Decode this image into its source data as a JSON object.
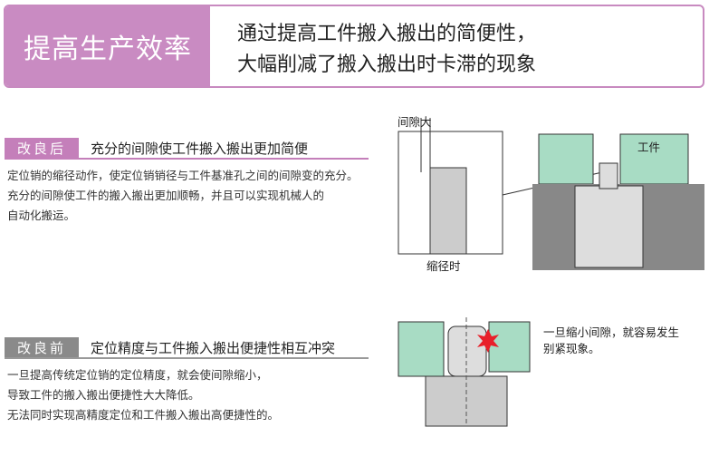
{
  "banner": {
    "title": "提高生产效率",
    "line1": "通过提高工件搬入搬出的简便性，",
    "line2": "大幅削减了搬入搬出时卡滞的现象"
  },
  "after": {
    "tag": "改良后",
    "title": "充分的间隙使工件搬入搬出更加简便",
    "lines": [
      "定位销的缩径动作，使定位销销径与工件基准孔之间的间隙变的充分。",
      "充分的间隙使工件的搬入搬出更加顺畅，并且可以实现机械人的",
      "自动化搬运。"
    ],
    "diagram": {
      "gap_label": "间隙大",
      "work_label": "工件",
      "caption": "缩径时"
    }
  },
  "before": {
    "tag": "改良前",
    "title": "定位精度与工件搬入搬出便捷性相互冲突",
    "lines": [
      "一旦提高传统定位销的定位精度，就会使间隙缩小，",
      "导致工件的搬入搬出便捷性大大降低。",
      "无法同时实现高精度定位和工件搬入搬出高便捷性的。"
    ],
    "diagram": {
      "note_line1": "一旦缩小间隙，就容易发生",
      "note_line2": "别紧现象。"
    }
  },
  "colors": {
    "accent": "#c98bc2",
    "gray": "#8a8a8a",
    "work": "#a8dcc4"
  }
}
